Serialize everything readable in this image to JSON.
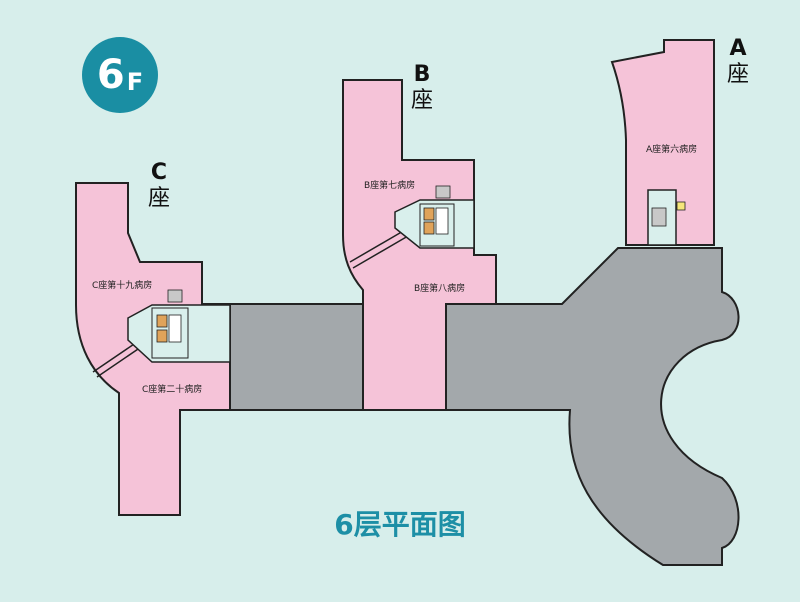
{
  "floor_badge": {
    "number": "6",
    "suffix": "F"
  },
  "buildings": {
    "a": {
      "letter": "A",
      "zuo": "座"
    },
    "b": {
      "letter": "B",
      "zuo": "座"
    },
    "c": {
      "letter": "C",
      "zuo": "座"
    }
  },
  "wards": {
    "a6": "A座第六病房",
    "b7": "B座第七病房",
    "b8": "B座第八病房",
    "c19": "C座第十九病房",
    "c20": "C座第二十病房"
  },
  "title": "6层平面图",
  "colors": {
    "background": "#d7eeeb",
    "ward_fill": "#f5c3d8",
    "corridor_fill": "#a3a8ab",
    "service_fill": "#d9efec",
    "accent": "#1a8ea3",
    "stair_fill": "#e0a35a"
  }
}
